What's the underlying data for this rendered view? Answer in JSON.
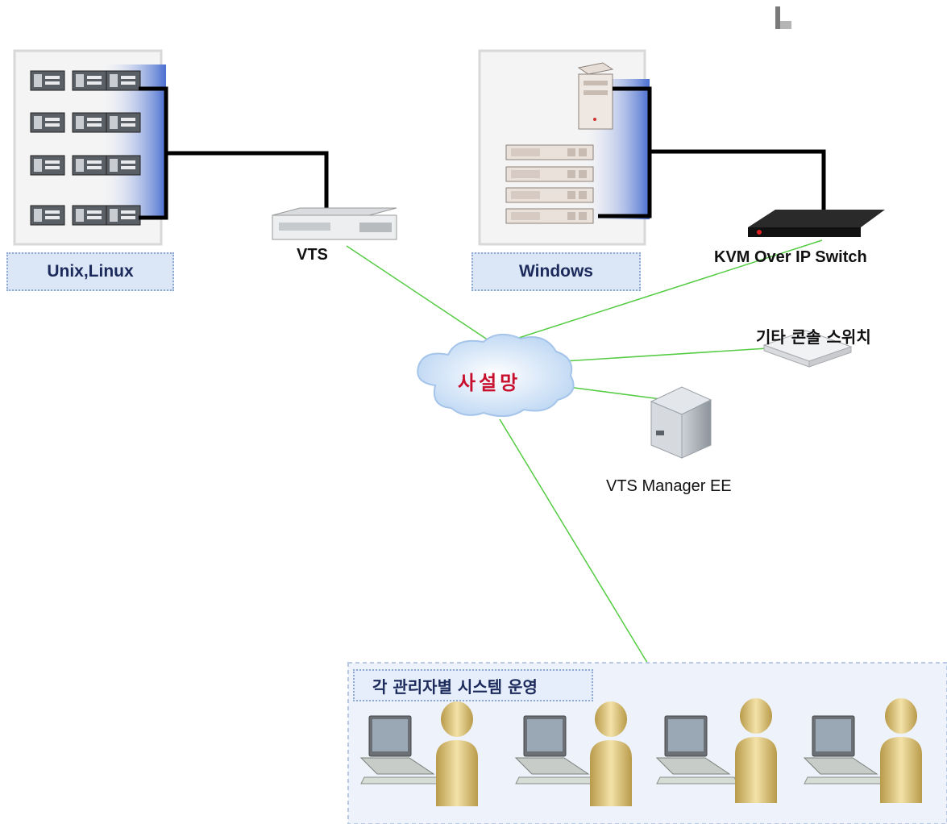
{
  "labels": {
    "unix_linux": "Unix,Linux",
    "vts": "VTS",
    "windows": "Windows",
    "kvm_switch": "KVM Over IP Switch",
    "other_console_switch": "기타 콘솔 스위치",
    "private_network": "사설망",
    "vts_manager": "VTS Manager EE",
    "operator_group": "각 관리자별 시스템 운영"
  },
  "colors": {
    "link_line": "#55cc44",
    "cable": "#000000",
    "label_fill": "#dbe7f7",
    "panel_fill": "#eef3fb",
    "cloud_text": "#c8102e",
    "person": "#d9c27a"
  },
  "icons": [
    "rack-server-icon",
    "console-server-icon",
    "tower-server-icon",
    "kvm-switch-icon",
    "console-switch-icon",
    "cloud-icon",
    "laptop-icon",
    "person-icon"
  ]
}
